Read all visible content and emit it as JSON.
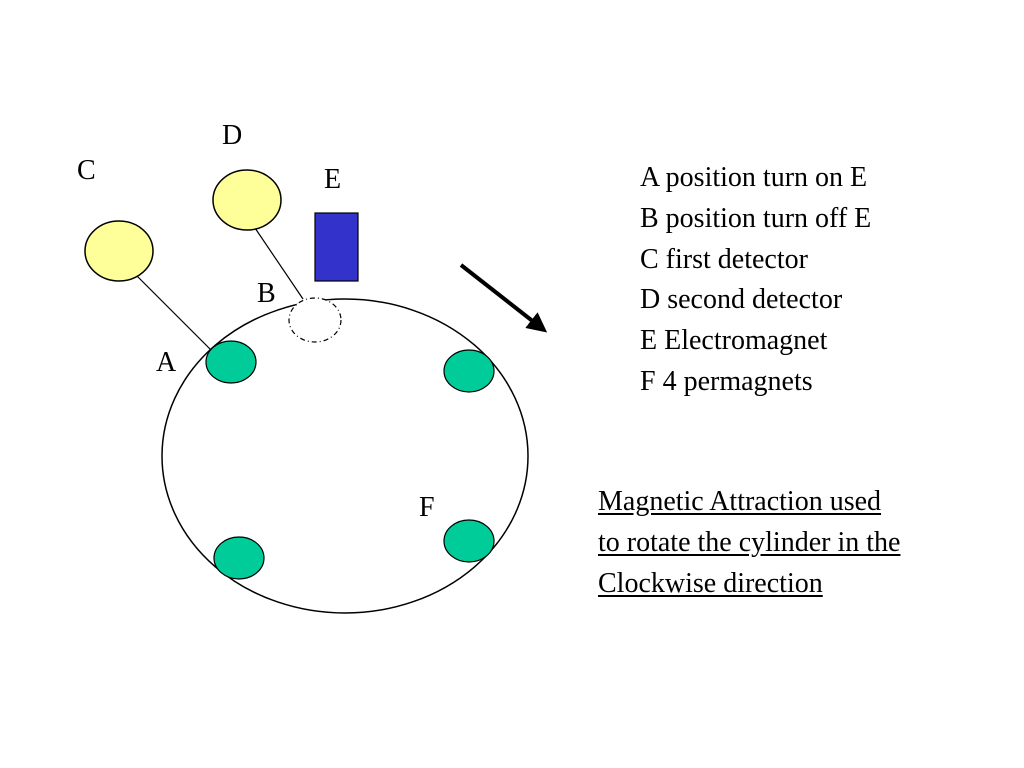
{
  "labels": {
    "a": "A",
    "b": "B",
    "c": "C",
    "d": "D",
    "e": "E",
    "f": "F"
  },
  "legend": [
    "A position turn on E",
    "B position turn off E",
    "C first detector",
    "D second detector",
    "E Electromagnet",
    "F 4 permagnets"
  ],
  "note": [
    "Magnetic Attraction used",
    "to rotate the cylinder in the",
    "Clockwise direction"
  ],
  "colors": {
    "detector": "#ffff99",
    "permanent_magnet": "#00cc99",
    "electromagnet": "#3333cc",
    "outline": "#000000",
    "background": "#ffffff"
  },
  "icons": {
    "direction": "arrow-down-right-icon"
  }
}
